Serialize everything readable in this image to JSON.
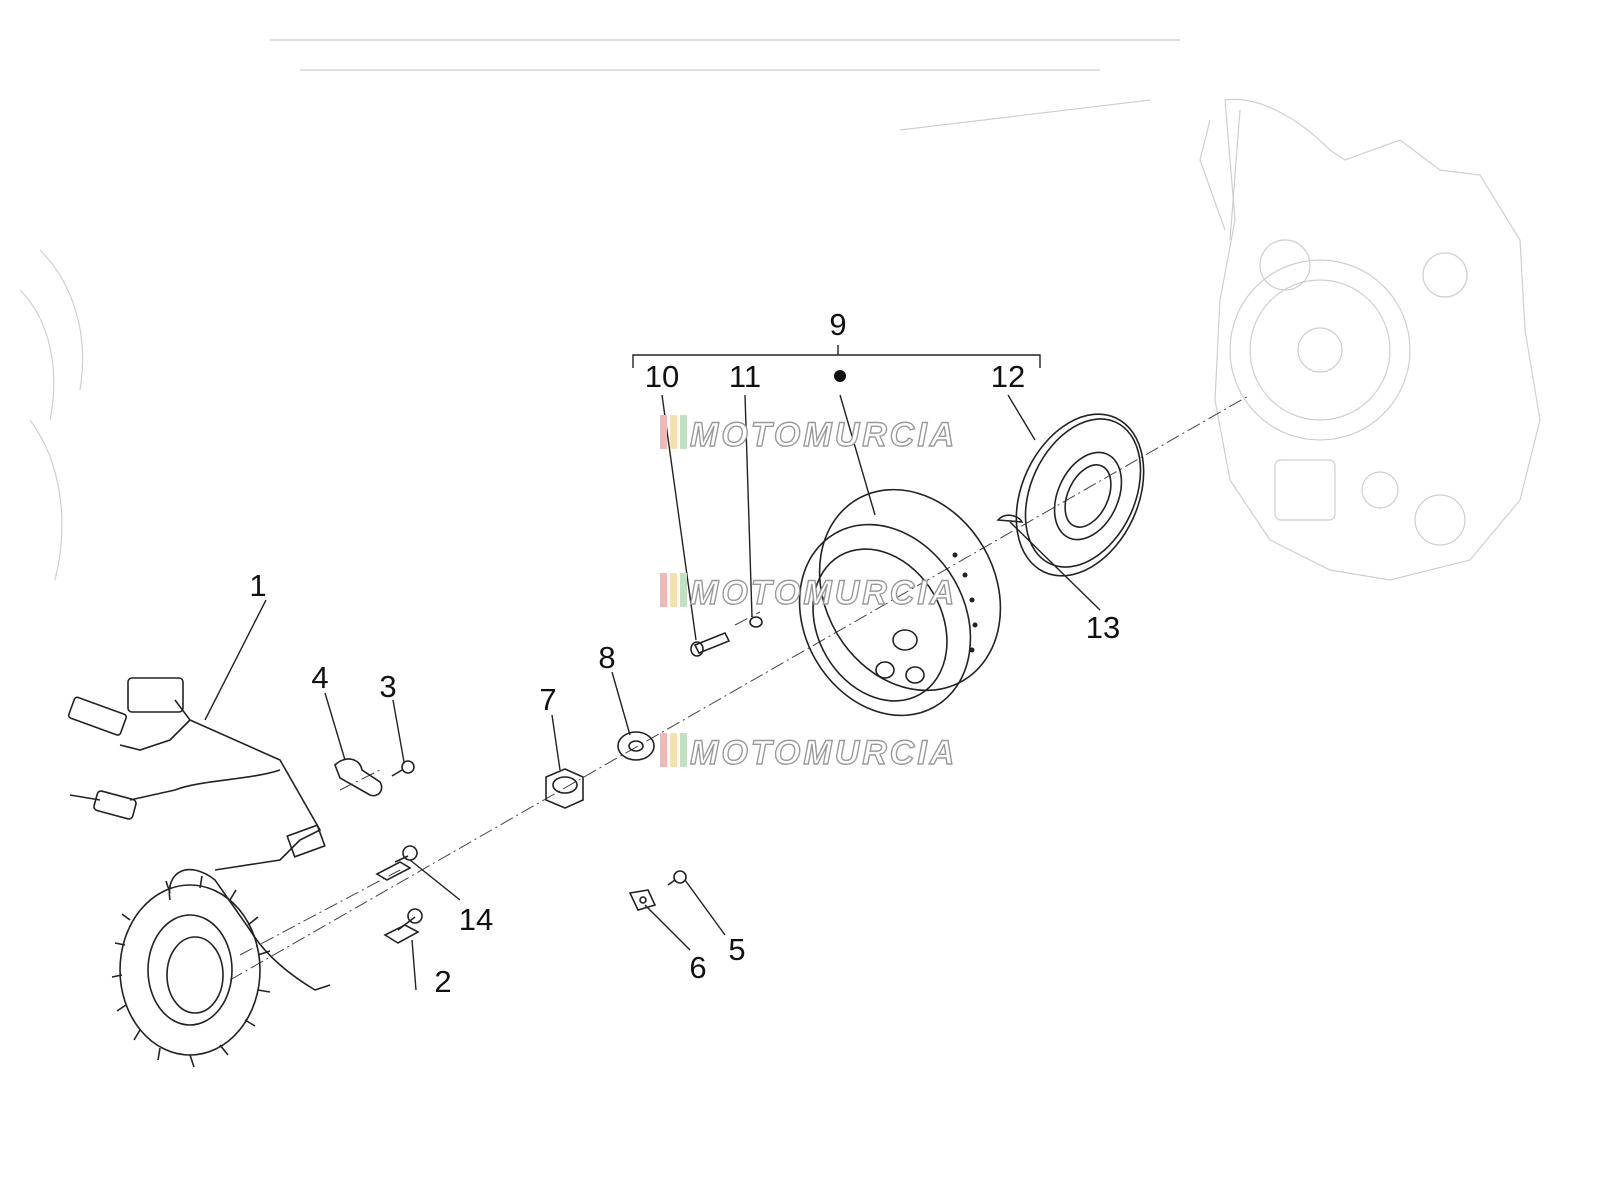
{
  "callouts": {
    "c1": "1",
    "c2": "2",
    "c3": "3",
    "c4": "4",
    "c5": "5",
    "c6": "6",
    "c7": "7",
    "c8": "8",
    "c9": "9",
    "c10": "10",
    "c11": "11",
    "c12": "12",
    "c13": "13",
    "c14": "14"
  },
  "watermark": {
    "text": "MOTOMURCIA",
    "stripe_colors": [
      "#f2b8b8",
      "#f3e3a8",
      "#bfe3c0"
    ]
  },
  "colors": {
    "ink": "#222222",
    "faint": "#cfcfcf",
    "background": "#ffffff"
  }
}
